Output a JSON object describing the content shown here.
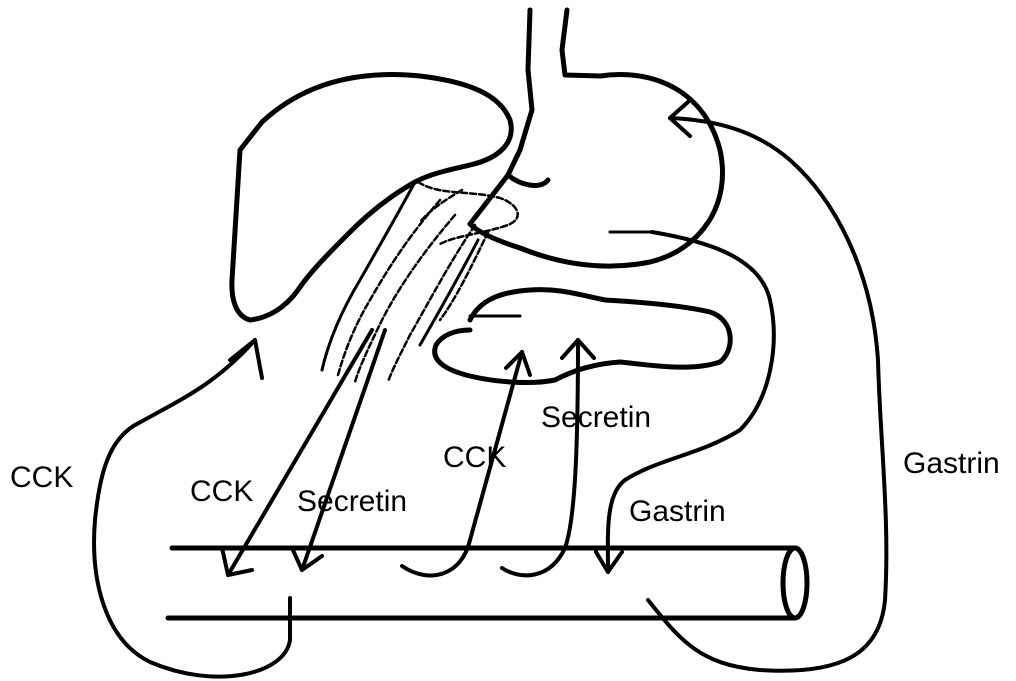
{
  "labels": {
    "cck_left": "CCK",
    "cck_mid": "CCK",
    "secretin_mid": "Secretin",
    "cck_center": "CCK",
    "secretin_upper": "Secretin",
    "gastrin_mid": "Gastrin",
    "gastrin_right": "Gastrin"
  }
}
